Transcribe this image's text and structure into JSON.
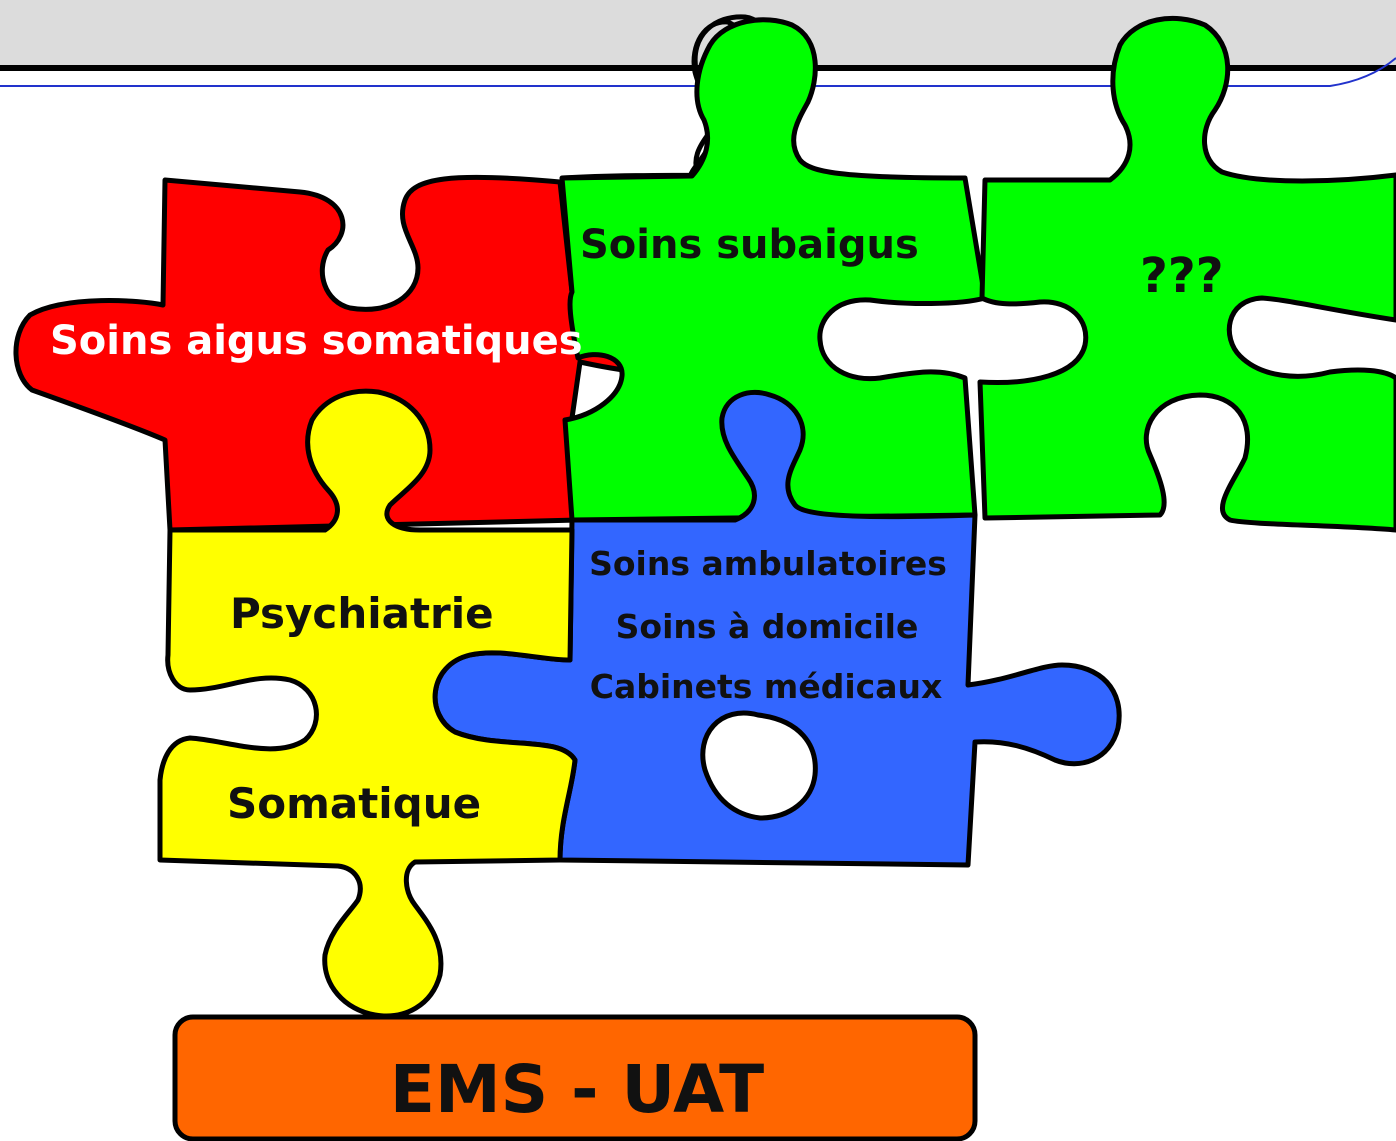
{
  "diagram": {
    "colors": {
      "red": "#ff0000",
      "green": "#00ff00",
      "yellow": "#ffff00",
      "blue": "#3366ff",
      "orange": "#ff6600",
      "header_bar": "#dcdcdc",
      "header_line": "#2233cc"
    },
    "pieces": {
      "red": {
        "label": "Soins aigus somatiques"
      },
      "green_left": {
        "label": "Soins subaigus"
      },
      "green_right": {
        "label": "???"
      },
      "yellow": {
        "label_top": "Psychiatrie",
        "label_bottom": "Somatique"
      },
      "blue": {
        "lines": [
          "Soins ambulatoires",
          "Soins à domicile",
          "Cabinets médicaux"
        ]
      }
    },
    "base": {
      "label": "EMS - UAT"
    }
  }
}
